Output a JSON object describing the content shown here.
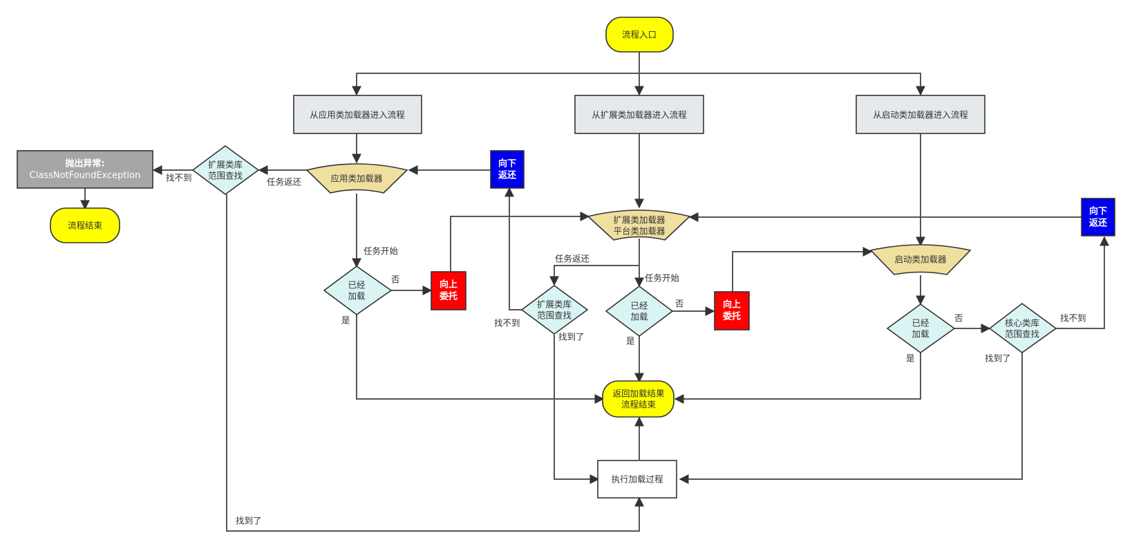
{
  "diagram": {
    "colors": {
      "terminal": "#ffff00",
      "process_gray": "#e6e9ec",
      "loader": "#f0e0a0",
      "decision": "#daf4f4",
      "delegate_up": "#ff0000",
      "return_down": "#0000ee",
      "exception": "#a6a6a6",
      "plain": "#ffffff",
      "edge": "#555555"
    },
    "nodes": {
      "start": "流程入口",
      "enter_app": "从应用类加载器进入流程",
      "enter_ext": "从扩展类加载器进入流程",
      "enter_boot": "从启动类加载器进入流程",
      "app_loader": "应用类加载器",
      "ext_loader_line1": "扩展类加载器",
      "ext_loader_line2": "平台类加载器",
      "boot_loader": "启动类加载器",
      "app_loaded_line1": "已经",
      "app_loaded_line2": "加载",
      "ext_loaded_line1": "已经",
      "ext_loaded_line2": "加载",
      "boot_loaded_line1": "已经",
      "boot_loaded_line2": "加载",
      "app_delegate_line1": "向上",
      "app_delegate_line2": "委托",
      "ext_delegate_line1": "向上",
      "ext_delegate_line2": "委托",
      "return_down_left_line1": "向下",
      "return_down_left_line2": "返还",
      "return_down_right_line1": "向下",
      "return_down_right_line2": "返还",
      "ext_search_left_line1": "扩展类库",
      "ext_search_left_line2": "范围查找",
      "ext_search_mid_line1": "扩展类库",
      "ext_search_mid_line2": "范围查找",
      "core_search_line1": "核心类库",
      "core_search_line2": "范围查找",
      "exception_line1": "抛出异常:",
      "exception_line2": "ClassNotFoundException",
      "end_left": "流程结束",
      "result_line1": "返回加载结果",
      "result_line2": "流程结束",
      "execute_load": "执行加载过程"
    },
    "edge_labels": {
      "not_found_left": "找不到",
      "task_return_left": "任务返还",
      "task_start_app": "任务开始",
      "no_app": "否",
      "yes_app": "是",
      "task_return_mid": "任务返还",
      "task_start_ext": "任务开始",
      "no_ext": "否",
      "yes_ext": "是",
      "not_found_mid": "找不到",
      "found_mid": "找到了",
      "no_boot": "否",
      "yes_boot": "是",
      "not_found_core": "找不到",
      "found_core": "找到了",
      "found_left": "找到了"
    }
  }
}
